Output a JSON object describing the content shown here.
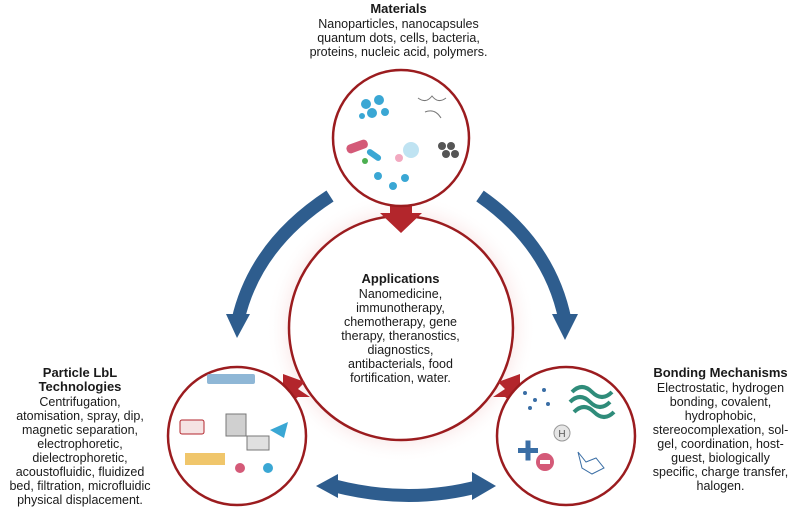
{
  "materials": {
    "title": "Materials",
    "lines": [
      "Nanoparticles, nanocapsules",
      "quantum dots, cells, bacteria,",
      "proteins, nucleic acid, polymers."
    ]
  },
  "applications": {
    "title": "Applications",
    "lines": [
      "Nanomedicine,",
      "immunotherapy,",
      "chemotherapy, gene",
      "therapy, theranostics,",
      "diagnostics,",
      "antibacterials, food",
      "fortification, water."
    ]
  },
  "lbl": {
    "title": "Particle LbL Technologies",
    "lines": [
      "Centrifugation,",
      "atomisation, spray, dip,",
      "magnetic separation,",
      "electrophoretic,",
      "dielectrophoretic,",
      "acoustofluidic, fluidized",
      "bed, filtration, microfluidic",
      "physical displacement."
    ]
  },
  "bonding": {
    "title": "Bonding Mechanisms",
    "lines": [
      "Electrostatic, hydrogen",
      "bonding, covalent,",
      "hydrophobic,",
      "stereocomplexation, sol-",
      "gel, coordination, host-",
      "guest, biologically",
      "specific, charge transfer,",
      "halogen."
    ],
    "h_label": "H"
  },
  "colors": {
    "ring": "#9b1c1f",
    "arrow_blue": "#2e5d8e",
    "arrow_red": "#b3262c",
    "glow": "#f3c7c7"
  }
}
